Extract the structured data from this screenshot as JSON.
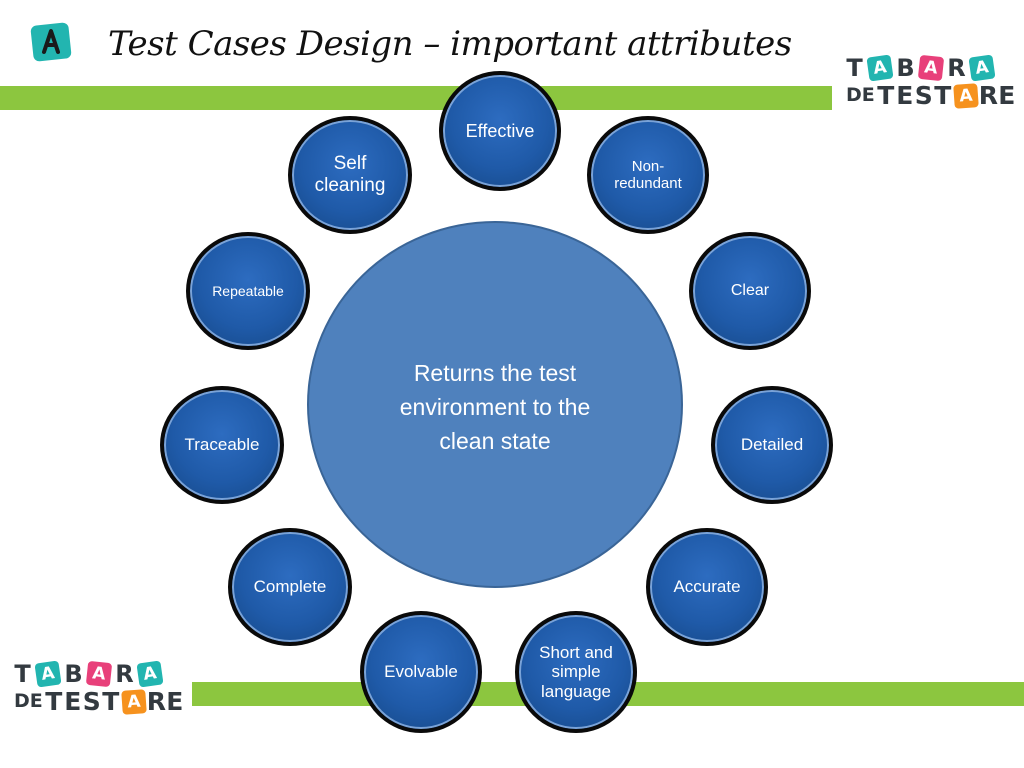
{
  "slide": {
    "title": "Test Cases Design – important attributes",
    "logo_icon": "a-letter-app-icon"
  },
  "brand": {
    "row1": [
      "T",
      "A",
      "B",
      "A",
      "R",
      "A"
    ],
    "row1_tiles": [
      false,
      true,
      false,
      true,
      false,
      true
    ],
    "de": "DE",
    "row2": [
      "T",
      "E",
      "S",
      "T",
      "A",
      "R",
      "E"
    ],
    "row2_tiles": [
      false,
      false,
      false,
      false,
      true,
      false,
      false
    ]
  },
  "diagram": {
    "center": "Returns the test environment to the clean state",
    "attributes": [
      "Effective",
      "Non-redundant",
      "Clear",
      "Detailed",
      "Accurate",
      "Short and simple language",
      "Evolvable",
      "Complete",
      "Traceable",
      "Repeatable",
      "Self cleaning"
    ]
  },
  "colors": {
    "accent_bar": "#8cc63f",
    "hub": "#4f81bd",
    "node": "#1f5aa8",
    "node_border": "#0a0a0a",
    "tile_teal": "#22b5b0",
    "tile_pink": "#e8407a",
    "tile_orange": "#f6921e"
  }
}
